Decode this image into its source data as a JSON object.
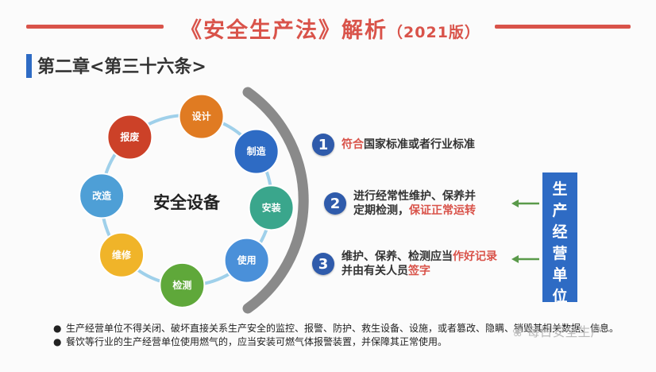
{
  "header": {
    "title": "《安全生产法》解析",
    "edition": "（2021版）"
  },
  "chapter": {
    "label": "第二章<第三十六条>"
  },
  "cycle": {
    "center": "安全设备",
    "nodes": [
      {
        "label": "设计",
        "color": "#e07b22"
      },
      {
        "label": "制造",
        "color": "#2e6bc4"
      },
      {
        "label": "安装",
        "color": "#3aa68c"
      },
      {
        "label": "使用",
        "color": "#4a90d9"
      },
      {
        "label": "检测",
        "color": "#5fa83a"
      },
      {
        "label": "维修",
        "color": "#f0b429"
      },
      {
        "label": "改造",
        "color": "#4e9fd6"
      },
      {
        "label": "报废",
        "color": "#cc4128"
      }
    ]
  },
  "requirements": [
    {
      "num": "1",
      "line1_pre": "符合",
      "line1_post": "国家标准或者行业标准",
      "red_pre": true
    },
    {
      "num": "2",
      "line1": "进行经常性维护、保养并",
      "line2_pre": "定期检测，",
      "line2_red": "保证正常运转"
    },
    {
      "num": "3",
      "line1_pre": "维护、保养、检测应当",
      "line1_red": "作好记录",
      "line2_pre": "并由有关人员",
      "line2_red": "签字"
    }
  ],
  "unit": {
    "chars": [
      "生",
      "产",
      "经",
      "营",
      "单",
      "位"
    ]
  },
  "notes": [
    "生产经营单位不得关闭、破坏直接关系生产安全的监控、报警、防护、救生设备、设施，或者篡改、隐瞒、销毁其相关数据、信息。",
    "餐饮等行业的生产经营单位使用燃气的，应当安装可燃气体报警装置，并保障其正常使用。"
  ],
  "watermark": "每日安全生产",
  "colors": {
    "accent_red": "#d9534a",
    "accent_blue": "#2e6bc4",
    "arrow_green": "#5a9a4a"
  }
}
